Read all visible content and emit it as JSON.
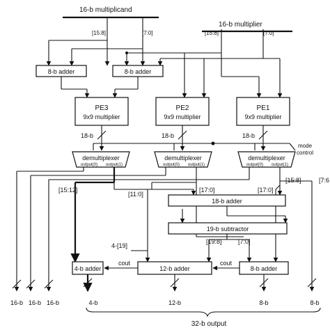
{
  "inputs": {
    "multiplicand": "16-b multiplicand",
    "multiplier": "16-b multiplier",
    "hi_bits": "[15:8]",
    "lo_bits": "[7:0]"
  },
  "adders_top": {
    "left": "8-b adder",
    "right": "8-b adder"
  },
  "pes": [
    {
      "name": "PE3",
      "desc": "9x9 multiplier"
    },
    {
      "name": "PE2",
      "desc": "9x9 multiplier"
    },
    {
      "name": "PE1",
      "desc": "9x9 multiplier"
    }
  ],
  "pe_output_width": "18-b",
  "mode_control": {
    "line1": "mode",
    "line2": "control"
  },
  "demux": {
    "label": "demultiplexer",
    "out0": "output(0)",
    "out1": "output(1)"
  },
  "bit_labels": {
    "b15_12": "[15:12]",
    "b11_0": "[11:0]",
    "b17_0_a": "[17:0]",
    "b17_0_b": "[17:0]",
    "b15_8": "[15:8]",
    "b7_6": "[7:6",
    "b19_8": "[19:8]",
    "b7_0": "[7:0]",
    "sign_ext": "4-[19]"
  },
  "mid_blocks": {
    "adder18": "18-b adder",
    "sub19": "19-b subtractor"
  },
  "bottom_adders": {
    "a4": "4-b adder",
    "a12": "12-b adder",
    "a8": "8-b adder"
  },
  "cout": "cout",
  "outputs": [
    "16-b",
    "16-b",
    "16-b",
    "4-b",
    "12-b",
    "8-b",
    "8-b"
  ],
  "total_output": "32-b output"
}
